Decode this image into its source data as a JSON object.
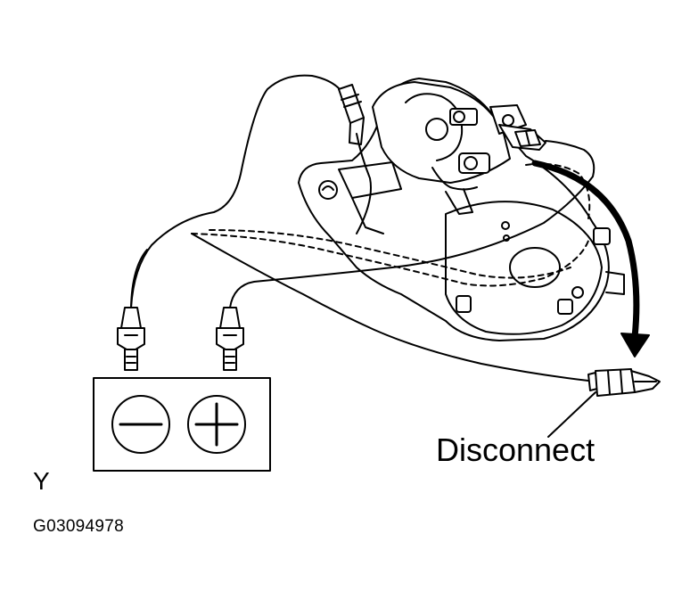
{
  "labels": {
    "disconnect": "Disconnect",
    "view_letter": "Y",
    "figure_code": "G03094978"
  },
  "battery": {
    "negative_symbol": "minus-icon",
    "positive_symbol": "plus-icon"
  },
  "icons": [
    "starter-motor-icon",
    "battery-icon",
    "clip-icon",
    "lead-wire-icon",
    "arrow-icon"
  ],
  "colors": {
    "ink": "#000000",
    "background": "#ffffff"
  }
}
